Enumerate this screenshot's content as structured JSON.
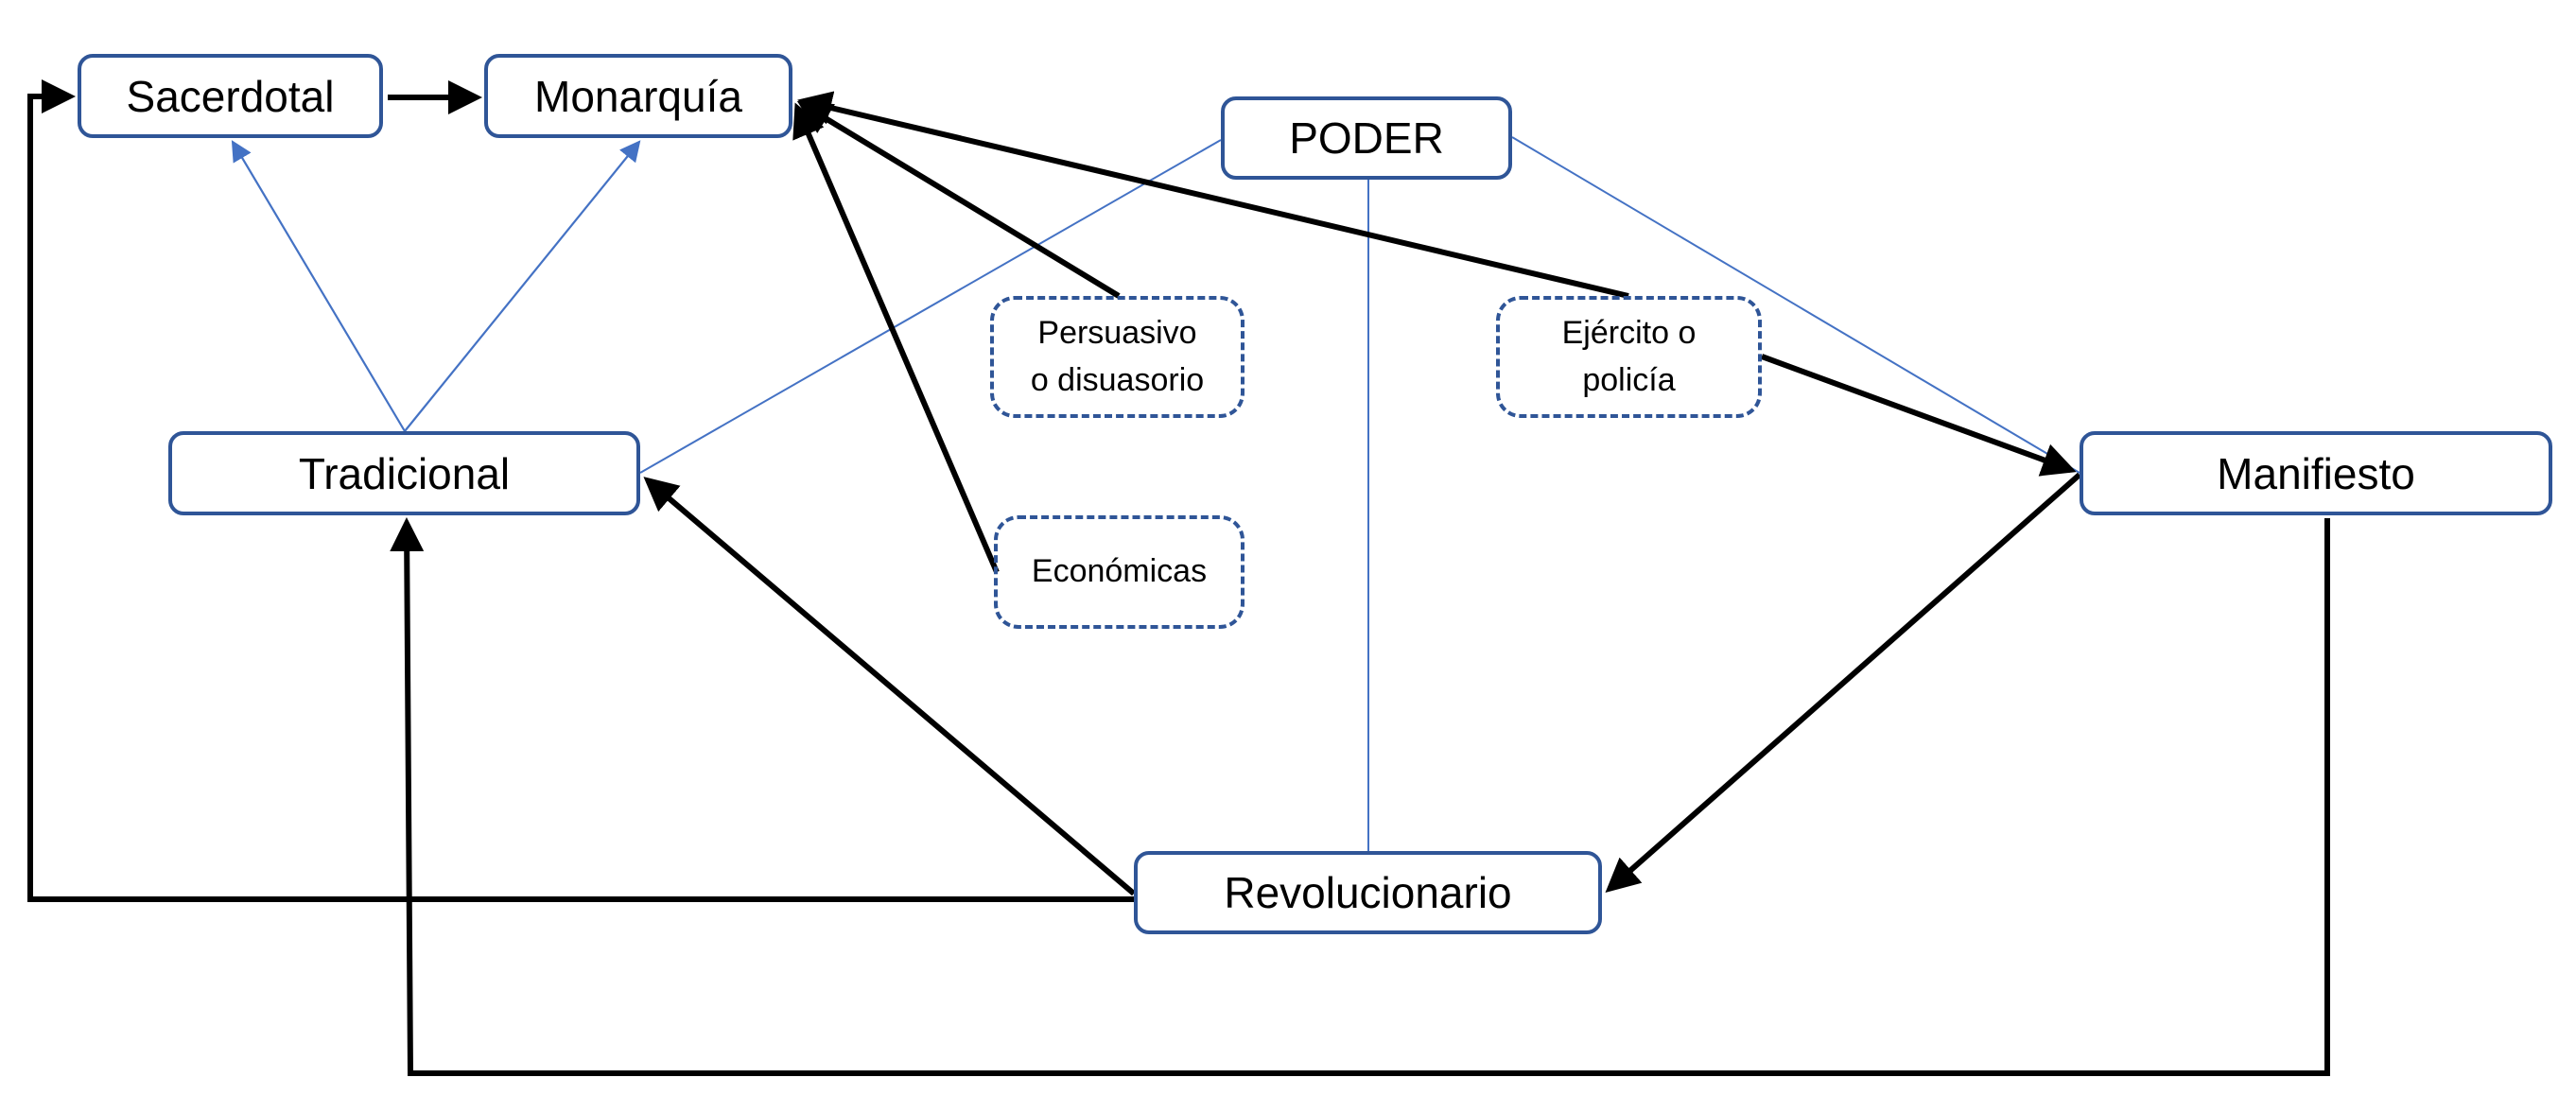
{
  "diagram": {
    "title": "",
    "colors": {
      "node_border": "#2f5597",
      "thin_connector": "#4472c4",
      "thick_connector": "#000000",
      "background": "#ffffff"
    },
    "nodes": {
      "sacerdotal": {
        "label": "Sacerdotal",
        "style": "solid"
      },
      "monarquia": {
        "label": "Monarquía",
        "style": "solid"
      },
      "poder": {
        "label": "PODER",
        "style": "solid"
      },
      "persuasivo": {
        "label": "Persuasivo\no disuasorio",
        "style": "dashed"
      },
      "economicas": {
        "label": "Económicas",
        "style": "dashed"
      },
      "ejercito": {
        "label": "Ejército o\npolicía",
        "style": "dashed"
      },
      "tradicional": {
        "label": "Tradicional",
        "style": "solid"
      },
      "manifiesto": {
        "label": "Manifiesto",
        "style": "solid"
      },
      "revolucionario": {
        "label": "Revolucionario",
        "style": "solid"
      }
    },
    "edges": [
      {
        "from": "sacerdotal",
        "to": "monarquia",
        "style": "thick",
        "arrow": "end"
      },
      {
        "from": "tradicional",
        "to": "sacerdotal",
        "style": "thin",
        "arrow": "end"
      },
      {
        "from": "tradicional",
        "to": "monarquia",
        "style": "thin",
        "arrow": "end"
      },
      {
        "from": "persuasivo",
        "to": "monarquia",
        "style": "thick",
        "arrow": "end"
      },
      {
        "from": "economicas",
        "to": "monarquia",
        "style": "thick",
        "arrow": "end"
      },
      {
        "from": "ejercito",
        "to": "monarquia",
        "style": "thick",
        "arrow": "end"
      },
      {
        "from": "poder",
        "to": "tradicional",
        "style": "thin",
        "arrow": "none"
      },
      {
        "from": "poder",
        "to": "manifiesto",
        "style": "thin",
        "arrow": "none"
      },
      {
        "from": "poder",
        "to": "revolucionario",
        "style": "thin",
        "arrow": "none"
      },
      {
        "from": "ejercito",
        "to": "manifiesto",
        "style": "thick",
        "arrow": "end"
      },
      {
        "from": "manifiesto",
        "to": "revolucionario",
        "style": "thick",
        "arrow": "end"
      },
      {
        "from": "revolucionario",
        "to": "tradicional",
        "style": "thick",
        "arrow": "end"
      },
      {
        "from": "revolucionario",
        "to": "sacerdotal",
        "style": "thick",
        "arrow": "end",
        "routing": "elbow"
      },
      {
        "from": "manifiesto",
        "to": "tradicional",
        "style": "thick",
        "arrow": "end",
        "routing": "elbow"
      }
    ]
  }
}
